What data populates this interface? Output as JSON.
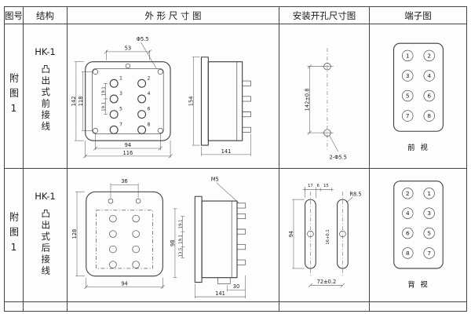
{
  "colors": {
    "line": "#3c3c3c",
    "dim_line": "#5a5a5a",
    "text": "#1a1a1a",
    "background": "#fdfdfd",
    "border": "#444444"
  },
  "header": {
    "fig_no": "图号",
    "structure": "结构",
    "outline": "外 形 尺 寸 图",
    "mounting": "安装开孔尺寸图",
    "terminal": "端子图"
  },
  "rows": [
    {
      "fig_no": "附图1",
      "model": "HK-1",
      "structure": "凸出式前接线",
      "outline": {
        "top_width": "53",
        "hole_callout": "Φ5.5",
        "height_overall": "142",
        "height_inner": "118",
        "pitch_a": "19.1",
        "pitch_b": "19.1",
        "width_inner": "94",
        "width_overall": "116",
        "side_height": "154",
        "side_depth": "141",
        "terminals": [
          "1",
          "2",
          "3",
          "4",
          "5",
          "6",
          "7",
          "8"
        ]
      },
      "mounting": {
        "hole_spacing": "142±0.8",
        "hole_callout": "2-Φ5.5"
      },
      "terminal": {
        "left": [
          "1",
          "3",
          "5",
          "7"
        ],
        "right": [
          "2",
          "4",
          "6",
          "8"
        ],
        "view": "前 视"
      }
    },
    {
      "fig_no": "附图1",
      "model": "HK-1",
      "structure": "凸出式后接线",
      "outline": {
        "top_width": "36",
        "screw_callout": "M5",
        "height_overall": "128",
        "width_overall": "94",
        "side_height": "98",
        "pitch_a": "19.1",
        "pitch_b": "19.1",
        "pitch_c": "13.5",
        "stud_depth": "30",
        "side_depth": "141"
      },
      "mounting": {
        "top_a": "17",
        "top_b": "6",
        "top_c": "15",
        "radius_callout": "R8.5",
        "slot_height": "94",
        "slot_width": "16+0.1",
        "slot_spacing": "72±0.2"
      },
      "terminal": {
        "left": [
          "2",
          "4",
          "6",
          "8"
        ],
        "right": [
          "1",
          "3",
          "5",
          "7"
        ],
        "view": "背 视"
      }
    }
  ]
}
